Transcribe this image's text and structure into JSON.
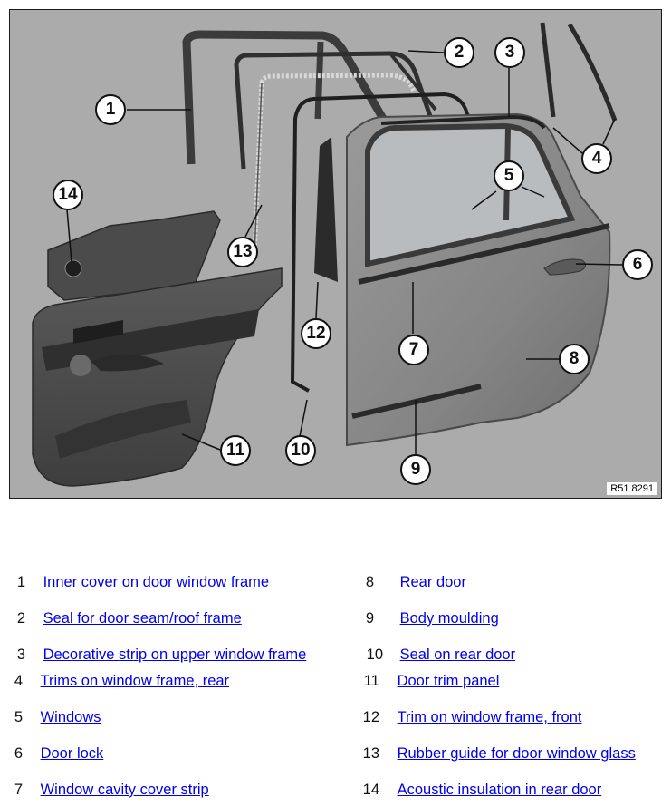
{
  "figure": {
    "reference_code": "R51 8291",
    "callouts": [
      "1",
      "2",
      "3",
      "4",
      "5",
      "6",
      "7",
      "8",
      "9",
      "10",
      "11",
      "12",
      "13",
      "14"
    ]
  },
  "legend": [
    {
      "num": "1",
      "label": "Inner cover on door window frame"
    },
    {
      "num": "2",
      "label": "Seal for door seam/roof frame"
    },
    {
      "num": "3",
      "label": "Decorative strip on upper window frame"
    },
    {
      "num": "4",
      "label": "Trims on window frame, rear"
    },
    {
      "num": "5",
      "label": "Windows"
    },
    {
      "num": "6",
      "label": "Door lock"
    },
    {
      "num": "7",
      "label": "Window cavity cover strip"
    },
    {
      "num": "8",
      "label": "Rear door"
    },
    {
      "num": "9",
      "label": "Body moulding"
    },
    {
      "num": "10",
      "label": "Seal on rear door"
    },
    {
      "num": "11",
      "label": "Door trim panel"
    },
    {
      "num": "12",
      "label": "Trim on window frame, front"
    },
    {
      "num": "13",
      "label": "Rubber guide for door window glass"
    },
    {
      "num": "14",
      "label": "Acoustic insulation in rear door"
    }
  ],
  "colors": {
    "background": "#ababab",
    "part_dark": "#3a3a3a",
    "part_mid": "#7d7d7d",
    "door_fill": "#8a8a8a",
    "link": "#0000ee"
  }
}
